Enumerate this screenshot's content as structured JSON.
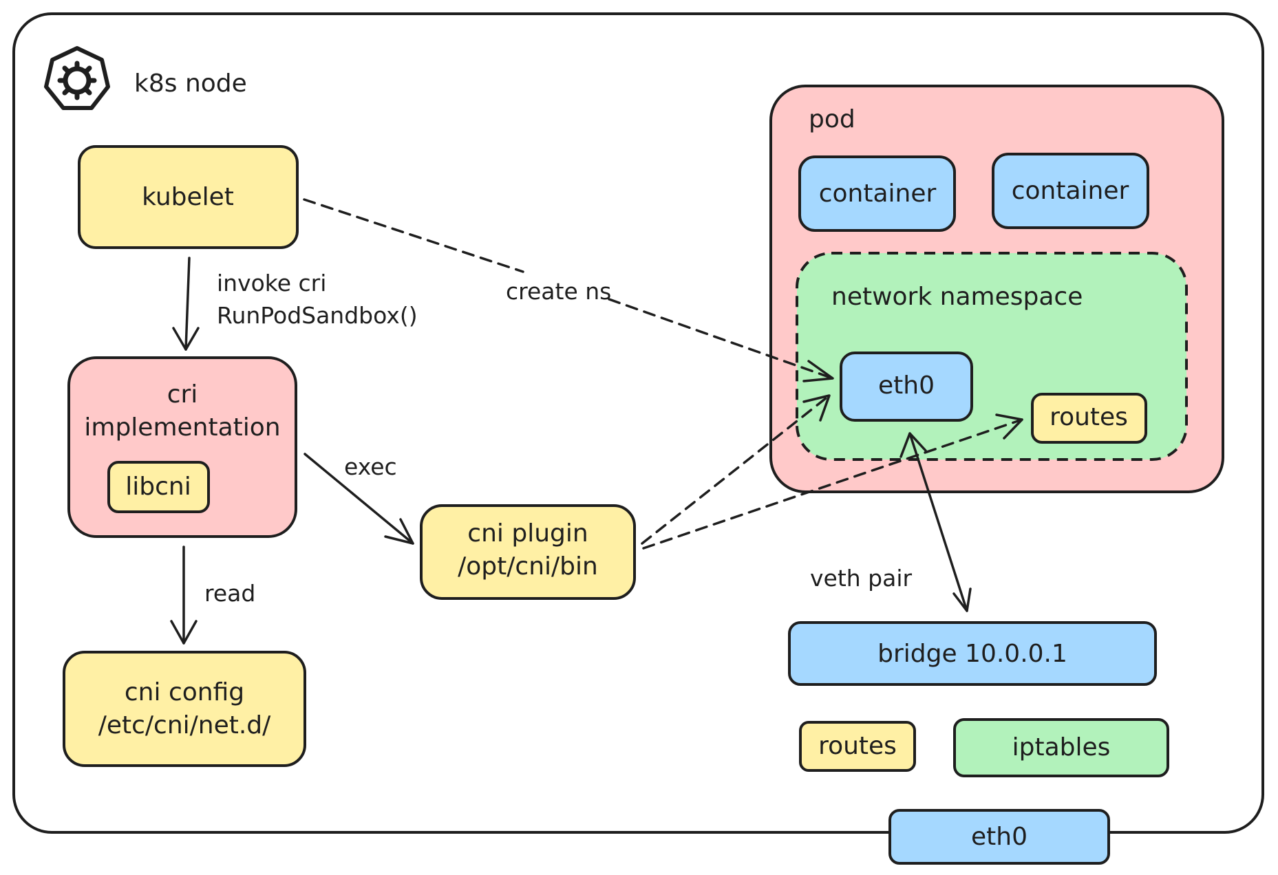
{
  "colors": {
    "yellow": "#fff0a5",
    "pink": "#ffc9c9",
    "blue": "#a5d8ff",
    "green": "#b2f2bb",
    "stroke": "#1e1e1e",
    "background": "#ffffff"
  },
  "icons": {
    "node_icon": "kubernetes-gear-icon"
  },
  "node": {
    "title": "k8s node"
  },
  "boxes": {
    "kubelet": "kubelet",
    "cri_line1": "cri",
    "cri_line2": "implementation",
    "libcni": "libcni",
    "cni_config_line1": "cni config",
    "cni_config_line2": "/etc/cni/net.d/",
    "cni_plugin_line1": "cni plugin",
    "cni_plugin_line2": "/opt/cni/bin",
    "pod": "pod",
    "container_1": "container",
    "container_2": "container",
    "network_namespace": "network namespace",
    "pod_eth0": "eth0",
    "pod_routes": "routes",
    "bridge": "bridge 10.0.0.1",
    "host_routes": "routes",
    "iptables": "iptables",
    "host_eth0": "eth0"
  },
  "edges": {
    "invoke_cri_line1": "invoke cri",
    "invoke_cri_line2": "RunPodSandbox()",
    "create_ns": "create ns",
    "exec": "exec",
    "read": "read",
    "veth_pair": "veth pair"
  }
}
